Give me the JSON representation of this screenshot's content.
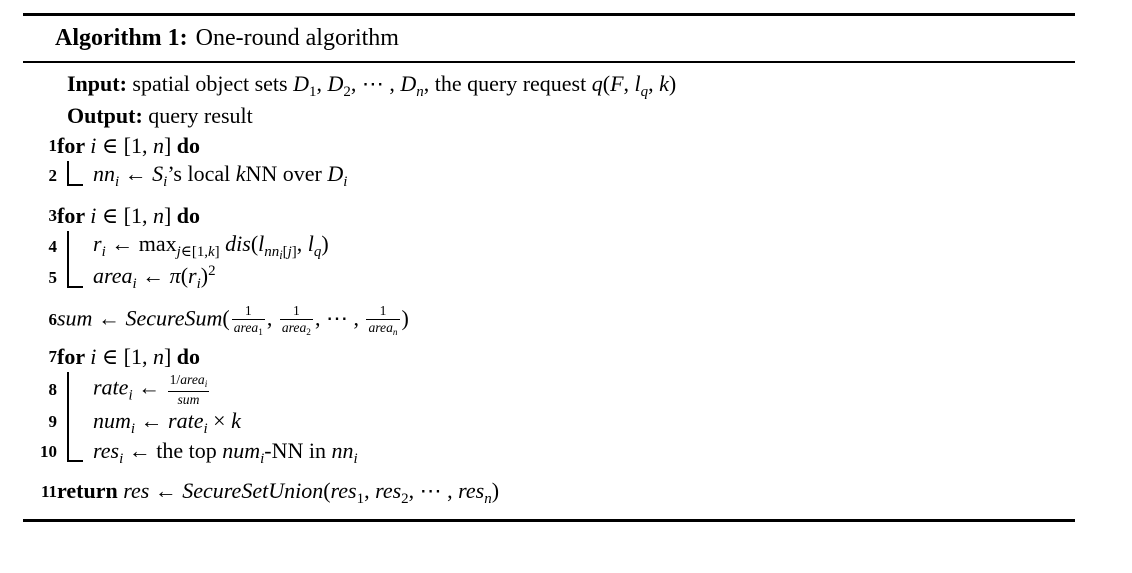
{
  "caption": {
    "label": "Algorithm 1:",
    "title": "One-round algorithm"
  },
  "colors": {
    "text": "#000000",
    "background": "#ffffff",
    "rule": "#000000"
  },
  "lines": [
    {
      "num": "",
      "cls": "io",
      "bracket": "none",
      "gap": "",
      "segs": [
        [
          "b",
          "Input: "
        ],
        [
          "n",
          "spatial object sets "
        ],
        [
          "i",
          "D"
        ],
        [
          "sub",
          [
            [
              "n",
              "1"
            ]
          ]
        ],
        [
          "n",
          ", "
        ],
        [
          "i",
          "D"
        ],
        [
          "sub",
          [
            [
              "n",
              "2"
            ]
          ]
        ],
        [
          "n",
          ", ⋯ , "
        ],
        [
          "i",
          "D"
        ],
        [
          "sub",
          [
            [
              "i",
              "n"
            ]
          ]
        ],
        [
          "n",
          ", the query request "
        ],
        [
          "i",
          "q"
        ],
        [
          "n",
          "("
        ],
        [
          "i",
          "F"
        ],
        [
          "n",
          ", "
        ],
        [
          "i",
          "l"
        ],
        [
          "sub",
          [
            [
              "i",
              "q"
            ]
          ]
        ],
        [
          "n",
          ", "
        ],
        [
          "i",
          "k"
        ],
        [
          "n",
          ")"
        ]
      ]
    },
    {
      "num": "",
      "cls": "io",
      "bracket": "none",
      "gap": "",
      "segs": [
        [
          "b",
          "Output: "
        ],
        [
          "n",
          "query result"
        ]
      ]
    },
    {
      "num": "1",
      "cls": "",
      "bracket": "none",
      "gap": "",
      "segs": [
        [
          "b",
          "for "
        ],
        [
          "i",
          "i"
        ],
        [
          "n",
          " ∈ [1, "
        ],
        [
          "i",
          "n"
        ],
        [
          "n",
          "] "
        ],
        [
          "b",
          "do"
        ]
      ]
    },
    {
      "num": "2",
      "cls": "",
      "bracket": "end",
      "gap": "gap",
      "segs": [
        [
          "i",
          "nn"
        ],
        [
          "sub",
          [
            [
              "i",
              "i"
            ]
          ]
        ],
        [
          "n",
          " ← "
        ],
        [
          "i",
          "S"
        ],
        [
          "sub",
          [
            [
              "i",
              "i"
            ]
          ]
        ],
        [
          "n",
          "’s local "
        ],
        [
          "i",
          "k"
        ],
        [
          "n",
          "NN over "
        ],
        [
          "i",
          "D"
        ],
        [
          "sub",
          [
            [
              "i",
              "i"
            ]
          ]
        ]
      ]
    },
    {
      "num": "3",
      "cls": "",
      "bracket": "none",
      "gap": "",
      "segs": [
        [
          "b",
          "for "
        ],
        [
          "i",
          "i"
        ],
        [
          "n",
          " ∈ [1, "
        ],
        [
          "i",
          "n"
        ],
        [
          "n",
          "] "
        ],
        [
          "b",
          "do"
        ]
      ]
    },
    {
      "num": "4",
      "cls": "",
      "bracket": "bar",
      "gap": "",
      "segs": [
        [
          "i",
          "r"
        ],
        [
          "sub",
          [
            [
              "i",
              "i"
            ]
          ]
        ],
        [
          "n",
          " ← max"
        ],
        [
          "sub",
          [
            [
              "i",
              "j"
            ],
            [
              "n",
              "∈[1,"
            ],
            [
              "i",
              "k"
            ],
            [
              "n",
              "]"
            ]
          ]
        ],
        [
          "n",
          " "
        ],
        [
          "i",
          "dis"
        ],
        [
          "n",
          "("
        ],
        [
          "i",
          "l"
        ],
        [
          "sub",
          [
            [
              "i",
              "nn"
            ],
            [
              "sub",
              [
                [
                  "i",
                  "i"
                ]
              ]
            ],
            [
              "n",
              "["
            ],
            [
              "i",
              "j"
            ],
            [
              "n",
              "]"
            ]
          ]
        ],
        [
          "n",
          ", "
        ],
        [
          "i",
          "l"
        ],
        [
          "sub",
          [
            [
              "i",
              "q"
            ]
          ]
        ],
        [
          "n",
          ")"
        ]
      ]
    },
    {
      "num": "5",
      "cls": "",
      "bracket": "end",
      "gap": "gap",
      "segs": [
        [
          "i",
          "area"
        ],
        [
          "sub",
          [
            [
              "i",
              "i"
            ]
          ]
        ],
        [
          "n",
          " ← "
        ],
        [
          "i",
          "π"
        ],
        [
          "n",
          "("
        ],
        [
          "i",
          "r"
        ],
        [
          "sub",
          [
            [
              "i",
              "i"
            ]
          ]
        ],
        [
          "n",
          ")"
        ],
        [
          "sup",
          [
            [
              "n",
              "2"
            ]
          ]
        ]
      ]
    },
    {
      "num": "6",
      "cls": "",
      "bracket": "none",
      "gap": "gap-sm",
      "segs": [
        [
          "i",
          "sum"
        ],
        [
          "n",
          " ← "
        ],
        [
          "i",
          "SecureSum"
        ],
        [
          "n",
          "("
        ],
        [
          "frac",
          [
            [
              "n",
              "1"
            ]
          ],
          [
            [
              "i",
              "area"
            ],
            [
              "sub",
              [
                [
                  "n",
                  "1"
                ]
              ]
            ]
          ]
        ],
        [
          "n",
          ", "
        ],
        [
          "frac",
          [
            [
              "n",
              "1"
            ]
          ],
          [
            [
              "i",
              "area"
            ],
            [
              "sub",
              [
                [
                  "n",
                  "2"
                ]
              ]
            ]
          ]
        ],
        [
          "n",
          ", ⋯ , "
        ],
        [
          "frac",
          [
            [
              "n",
              "1"
            ]
          ],
          [
            [
              "i",
              "area"
            ],
            [
              "sub",
              [
                [
                  "i",
                  "n"
                ]
              ]
            ]
          ]
        ],
        [
          "n",
          ")"
        ]
      ]
    },
    {
      "num": "7",
      "cls": "",
      "bracket": "none",
      "gap": "",
      "segs": [
        [
          "b",
          "for "
        ],
        [
          "i",
          "i"
        ],
        [
          "n",
          " ∈ [1, "
        ],
        [
          "i",
          "n"
        ],
        [
          "n",
          "] "
        ],
        [
          "b",
          "do"
        ]
      ]
    },
    {
      "num": "8",
      "cls": "",
      "bracket": "bar",
      "gap": "",
      "segs": [
        [
          "i",
          "rate"
        ],
        [
          "sub",
          [
            [
              "i",
              "i"
            ]
          ]
        ],
        [
          "n",
          " ← "
        ],
        [
          "frac",
          [
            [
              "n",
              "1/"
            ],
            [
              "i",
              "area"
            ],
            [
              "sub",
              [
                [
                  "i",
                  "i"
                ]
              ]
            ]
          ],
          [
            [
              "i",
              "sum"
            ]
          ]
        ]
      ]
    },
    {
      "num": "9",
      "cls": "",
      "bracket": "bar",
      "gap": "",
      "segs": [
        [
          "i",
          "num"
        ],
        [
          "sub",
          [
            [
              "i",
              "i"
            ]
          ]
        ],
        [
          "n",
          " ← "
        ],
        [
          "i",
          "rate"
        ],
        [
          "sub",
          [
            [
              "i",
              "i"
            ]
          ]
        ],
        [
          "n",
          " × "
        ],
        [
          "i",
          "k"
        ]
      ]
    },
    {
      "num": "10",
      "cls": "",
      "bracket": "end",
      "gap": "gap",
      "segs": [
        [
          "i",
          "res"
        ],
        [
          "sub",
          [
            [
              "i",
              "i"
            ]
          ]
        ],
        [
          "n",
          " ← the top "
        ],
        [
          "i",
          "num"
        ],
        [
          "sub",
          [
            [
              "i",
              "i"
            ]
          ]
        ],
        [
          "n",
          "-NN in "
        ],
        [
          "i",
          "nn"
        ],
        [
          "sub",
          [
            [
              "i",
              "i"
            ]
          ]
        ]
      ]
    },
    {
      "num": "11",
      "cls": "",
      "bracket": "none",
      "gap": "",
      "segs": [
        [
          "b",
          "return "
        ],
        [
          "i",
          "res"
        ],
        [
          "n",
          " ← "
        ],
        [
          "i",
          "SecureSetUnion"
        ],
        [
          "n",
          "("
        ],
        [
          "i",
          "res"
        ],
        [
          "sub",
          [
            [
              "n",
              "1"
            ]
          ]
        ],
        [
          "n",
          ", "
        ],
        [
          "i",
          "res"
        ],
        [
          "sub",
          [
            [
              "n",
              "2"
            ]
          ]
        ],
        [
          "n",
          ", ⋯ , "
        ],
        [
          "i",
          "res"
        ],
        [
          "sub",
          [
            [
              "i",
              "n"
            ]
          ]
        ],
        [
          "n",
          ")"
        ]
      ]
    }
  ]
}
